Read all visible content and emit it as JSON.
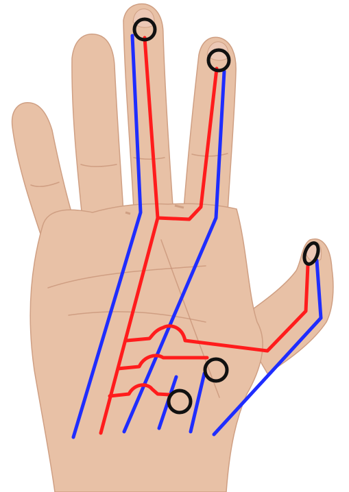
{
  "colors": {
    "background": "#ffffff",
    "skin": "#e8c1a6",
    "skin_shadow": "#cf9f83",
    "skin_crease": "#c48f74",
    "nail": "#ecc8b6",
    "red_wire": "#ff1c1c",
    "blue_wire": "#1f2dff",
    "marker_ring": "#111111"
  },
  "icons": {
    "hand": "hand-palm-icon",
    "marker": "circle-outline-icon"
  },
  "diagram": {
    "red_wires": [
      "index-finger-red-wire",
      "middle-finger-red-wire",
      "thumb-red-wire",
      "bridge-red-wire",
      "branch-red-wire-1",
      "branch-red-wire-2"
    ],
    "blue_wires": [
      "palm-blue-wire-1",
      "palm-blue-wire-2",
      "palm-blue-wire-3",
      "palm-blue-wire-4",
      "thumb-blue-wire",
      "wrist-blue-wire"
    ],
    "markers": [
      "index-tip-marker",
      "middle-tip-marker",
      "thumb-tip-marker",
      "palm-marker-upper",
      "palm-marker-lower"
    ]
  }
}
